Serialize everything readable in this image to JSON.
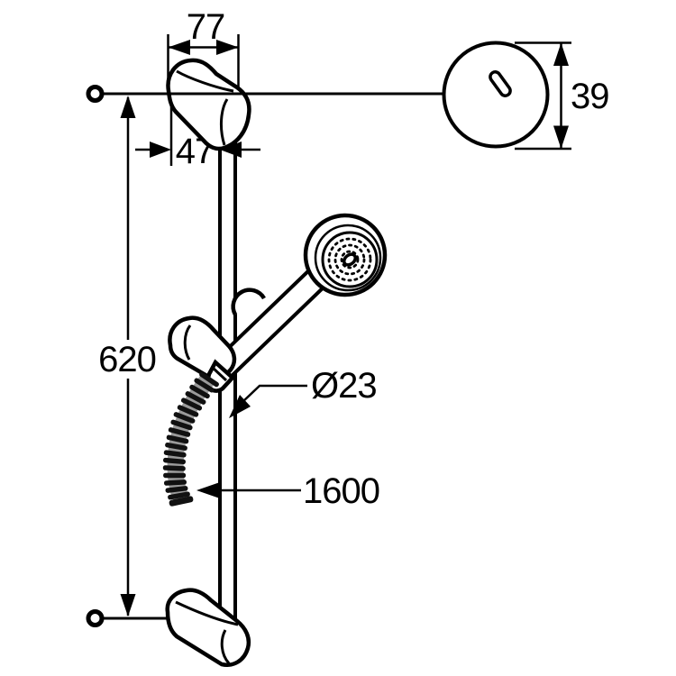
{
  "diagram": {
    "background_color": "#ffffff",
    "line_color": "#000000",
    "dimensions": {
      "bracket_width": "77",
      "bracket_offset": "47",
      "wall_disc_height": "39",
      "bar_length": "620",
      "bar_diameter": "Ø23",
      "hose_length": "1600"
    }
  }
}
